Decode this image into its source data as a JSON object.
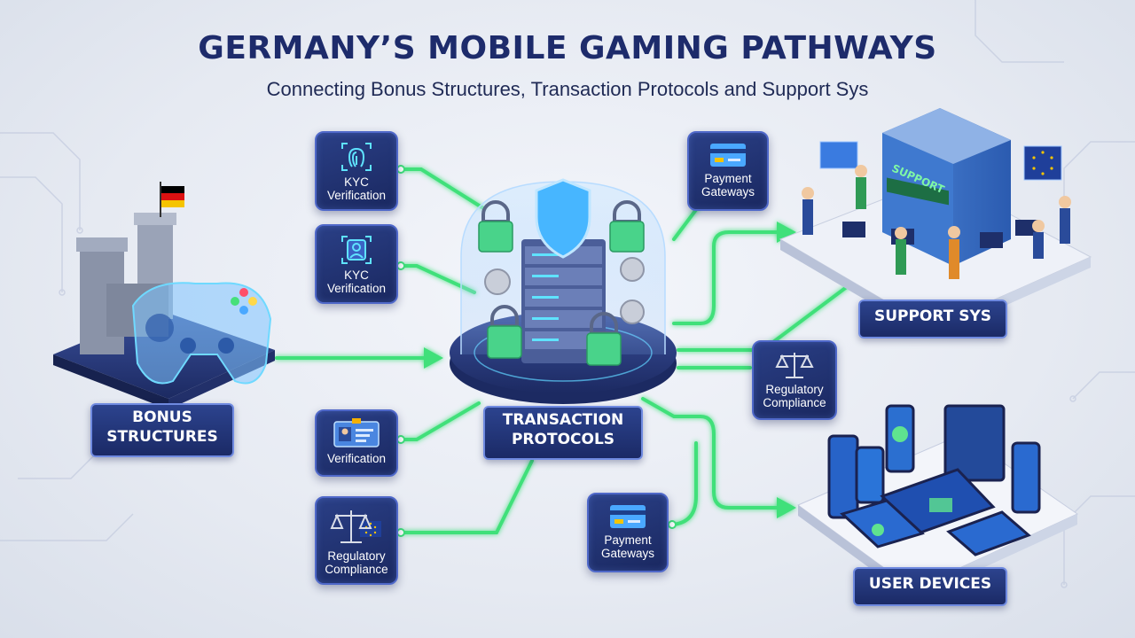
{
  "header": {
    "title": "GERMANY’S MOBILE GAMING PATHWAYS",
    "subtitle": "Connecting Bonus Structures, Transaction Protocols and Support Sys"
  },
  "nodes": {
    "bonus": {
      "line1": "BONUS",
      "line2": "STRUCTURES"
    },
    "transaction": {
      "line1": "TRANSACTION",
      "line2": "PROTOCOLS"
    },
    "support": {
      "label": "SUPPORT SYS"
    },
    "devices": {
      "label": "USER DEVICES"
    }
  },
  "tiles": {
    "kyc1": {
      "line1": "KYC",
      "line2": "Verification",
      "icon": "fingerprint-icon"
    },
    "kyc2": {
      "line1": "KYC",
      "line2": "Verification",
      "icon": "face-scan-icon"
    },
    "verification": {
      "line1": "Verification",
      "icon": "id-card-icon"
    },
    "regulatory_left": {
      "line1": "Regulatory",
      "line2": "Compliance",
      "icon": "scales-icon"
    },
    "payment_top": {
      "line1": "Payment",
      "line2": "Gateways",
      "icon": "credit-card-icon"
    },
    "regulatory_right": {
      "line1": "Regulatory",
      "line2": "Compliance",
      "icon": "scales-icon"
    },
    "payment_bottom": {
      "line1": "Payment",
      "line2": "Gateways",
      "icon": "credit-card-icon"
    }
  },
  "illustration_text": {
    "support_sign": "SUPPORT"
  },
  "colors": {
    "navy": "#1d2b6b",
    "tile": "#22367a",
    "connector_green": "#3fe07a",
    "accent_blue": "#4f68c9"
  }
}
